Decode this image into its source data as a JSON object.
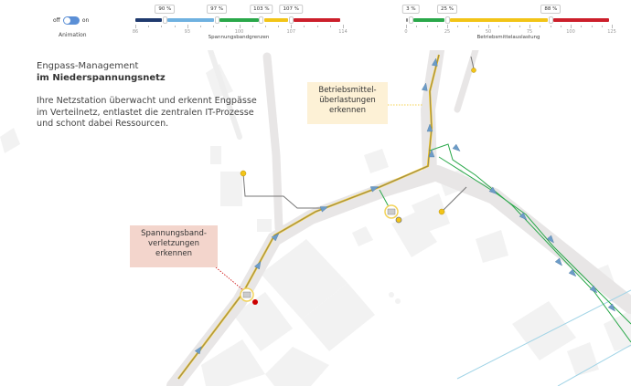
{
  "animation": {
    "off_label": "off",
    "on_label": "on",
    "label": "Animation",
    "state": "on"
  },
  "voltage_slider": {
    "title": "Spannungsbandgrenzen",
    "min": 86,
    "max": 114,
    "ticks": [
      "86",
      "93",
      "100",
      "107",
      "114"
    ],
    "handles": [
      {
        "value": 90,
        "label": "90 %"
      },
      {
        "value": 97,
        "label": "97 %"
      },
      {
        "value": 103,
        "label": "103 %"
      },
      {
        "value": 107,
        "label": "107 %"
      }
    ],
    "colors": [
      "#1f3a6e",
      "#6fb1e0",
      "#2aa84a",
      "#f2c417",
      "#cc1f2b"
    ]
  },
  "load_slider": {
    "title": "Betriebsmittelauslastung",
    "min": 0,
    "max": 125,
    "ticks": [
      "0",
      "25",
      "50",
      "75",
      "100",
      "125"
    ],
    "handles": [
      {
        "value": 3,
        "label": "3 %"
      },
      {
        "value": 25,
        "label": "25 %"
      },
      {
        "value": 88,
        "label": "88 %"
      }
    ],
    "colors": [
      "#888888",
      "#2aa84a",
      "#f2c417",
      "#cc1f2b"
    ]
  },
  "intro": {
    "title_line1": "Engpass-Management",
    "title_line2": "im Niederspannungsnetz",
    "body": "Ihre Netzstation überwacht und erkennt Engpässe im Verteilnetz, entlastet die zentralen IT-Prozesse und schont dabei Ressourcen."
  },
  "callouts": {
    "overload": "Betriebsmittel-\nüberlastungen\nerkennen",
    "voltage": "Spannungsband-\nverletzungen\nerkennen"
  }
}
